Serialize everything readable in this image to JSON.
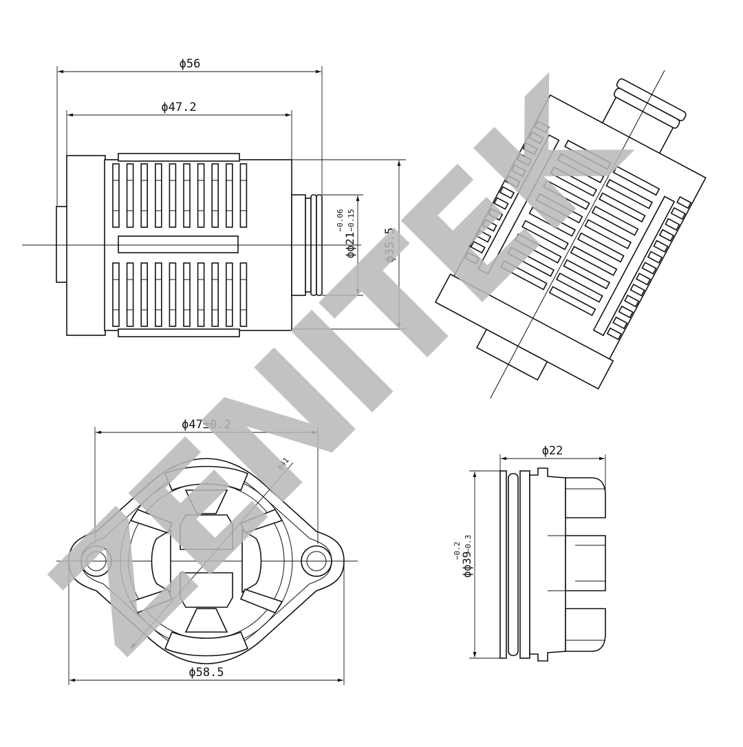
{
  "drawing": {
    "watermark": "ZENITEK",
    "colors": {
      "line": "#111111",
      "watermark": "#b8b8b8",
      "background": "#ffffff"
    },
    "front_view": {
      "dim_outer": "ϕ56",
      "dim_body": "ϕ47.2",
      "dim_height": "ϕ35.5",
      "dim_spigot_main": "ϕϕ21",
      "tol_upper": "−0.06",
      "tol_lower": "−0.15"
    },
    "bottom_view": {
      "dim_top": "ϕ47±0.2",
      "dim_bottom": "ϕ58.5",
      "dim_circle": "ϕ41"
    },
    "side_view": {
      "dim_width": "ϕ22",
      "dim_height_main": "ϕϕ39",
      "tol_upper": "−0.2",
      "tol_lower": "−0.3"
    }
  }
}
